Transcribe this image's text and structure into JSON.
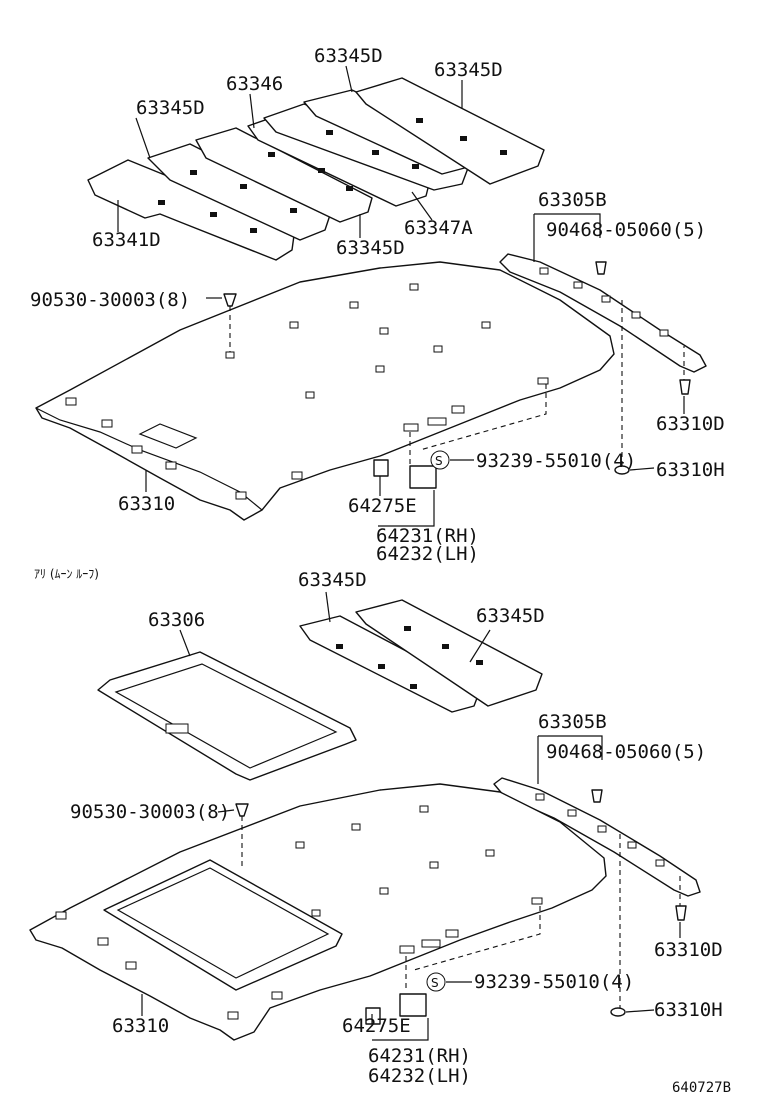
{
  "diagram_id": "640727B",
  "variant_caption": "ｱﾘ (ﾑｰﾝ ﾙｰﾌ)",
  "upper": {
    "sunvisor_left": "63345D",
    "sunvisor_mid": "63346",
    "sunvisor_right_top": "63345D",
    "sunvisor_far_right": "63345D",
    "pad_left": "63341D",
    "pad_mid_low": "63345D",
    "pad_a": "63347A",
    "rail": "63305B",
    "rail_clip": "90468-05060(5)",
    "clip_left": "90530-30003(8)",
    "clip_d": "63310D",
    "clip_h": "63310H",
    "screw": "93239-55010(4)",
    "lamp": "64275E",
    "grip_rh": "64231(RH)",
    "grip_lh": "64232(LH)",
    "headliner": "63310",
    "s_mark": "S"
  },
  "lower": {
    "sunshade": "63306",
    "pad_left": "63345D",
    "pad_right": "63345D",
    "rail": "63305B",
    "rail_clip": "90468-05060(5)",
    "clip_left": "90530-30003(8)",
    "clip_d": "63310D",
    "clip_h": "63310H",
    "screw": "93239-55010(4)",
    "lamp": "64275E",
    "grip_rh": "64231(RH)",
    "grip_lh": "64232(LH)",
    "headliner": "63310",
    "s_mark": "S"
  }
}
